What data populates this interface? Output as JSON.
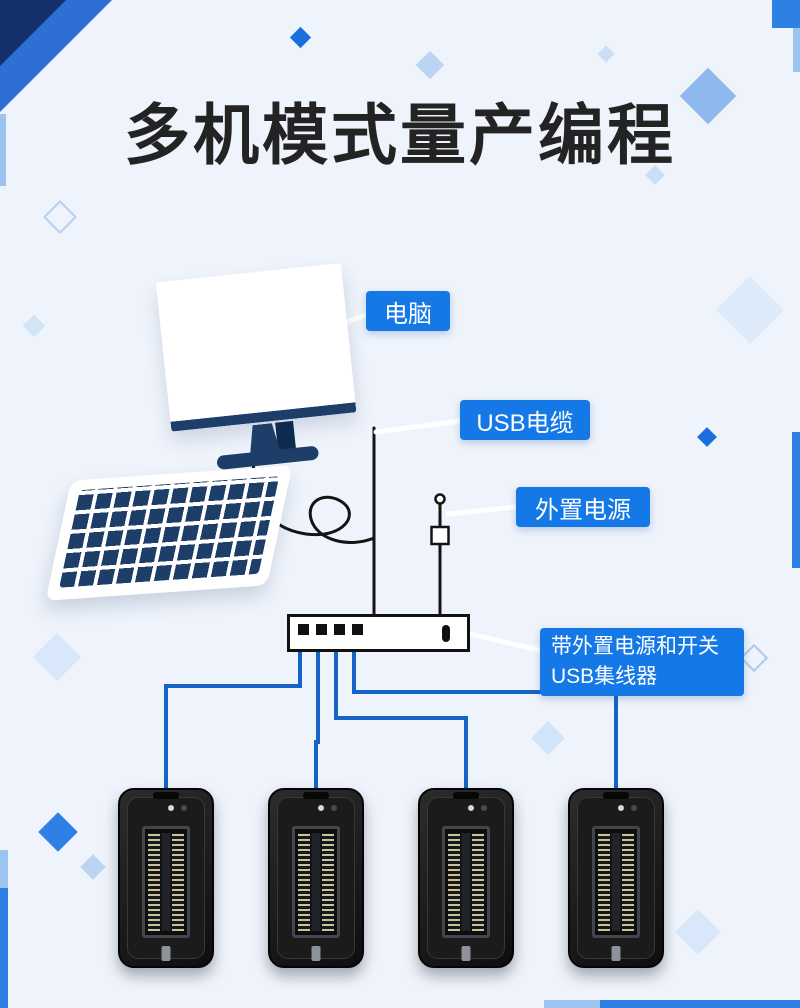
{
  "page": {
    "title": "多机模式量产编程"
  },
  "callouts": {
    "computer": {
      "label": "电脑"
    },
    "usb_cable": {
      "label": "USB电缆"
    },
    "external_power": {
      "label": "外置电源"
    },
    "usb_hub": {
      "label_line1": "带外置电源和开关",
      "label_line2": "USB集线器"
    }
  },
  "diagram": {
    "programmer_count": 4
  },
  "colors": {
    "callout_bg": "#1478e6",
    "connection_line": "#1563c8",
    "cable_black": "#141414",
    "title_color": "#232323",
    "navy": "#1c3e68",
    "accent": "#2f80e4"
  }
}
